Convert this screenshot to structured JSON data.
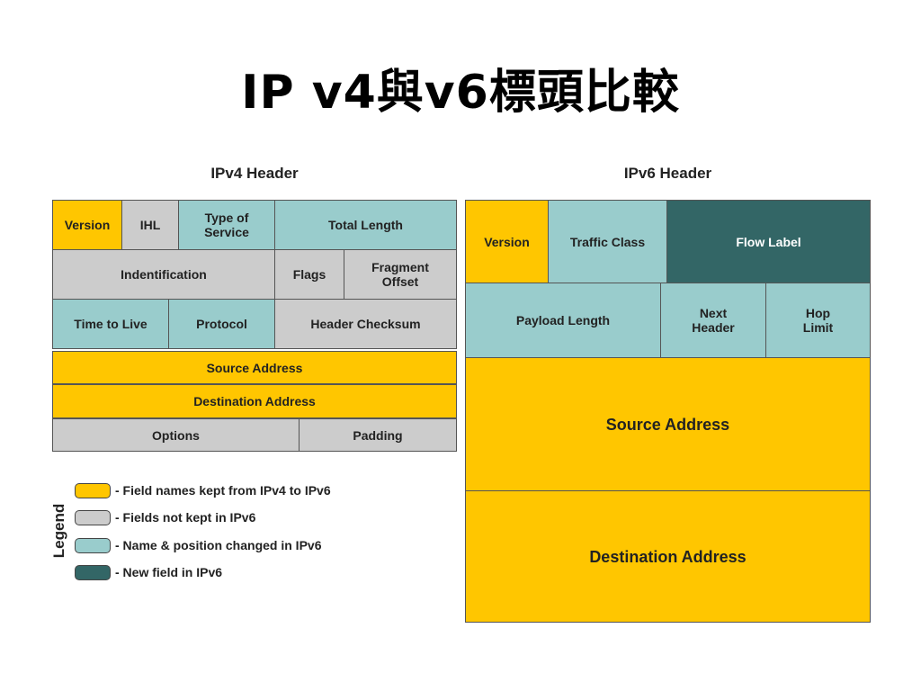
{
  "title": "IP v4與v6標頭比較",
  "ipv4": {
    "title": "IPv4 Header",
    "fields": {
      "version": "Version",
      "ihl": "IHL",
      "type_of_service": "Type of\nService",
      "total_length": "Total Length",
      "identification": "Indentification",
      "flags": "Flags",
      "fragment_offset": "Fragment\nOffset",
      "time_to_live": "Time to Live",
      "protocol": "Protocol",
      "header_checksum": "Header Checksum",
      "source_address": "Source Address",
      "destination_address": "Destination Address",
      "options": "Options",
      "padding": "Padding"
    }
  },
  "ipv6": {
    "title": "IPv6 Header",
    "fields": {
      "version": "Version",
      "traffic_class": "Traffic Class",
      "flow_label": "Flow Label",
      "payload_length": "Payload Length",
      "next_header": "Next\nHeader",
      "hop_limit": "Hop\nLimit",
      "source_address": "Source Address",
      "destination_address": "Destination Address"
    }
  },
  "legend": {
    "title": "Legend",
    "items": [
      {
        "label": "- Field names kept from IPv4 to IPv6",
        "color": "#ffc600"
      },
      {
        "label": "- Fields not kept in IPv6",
        "color": "#cccccc"
      },
      {
        "label": "- Name & position changed in IPv6",
        "color": "#99cccc"
      },
      {
        "label": "- New field in IPv6",
        "color": "#336666"
      }
    ]
  },
  "colors": {
    "kept": "#ffc600",
    "not_kept": "#cccccc",
    "changed": "#99cccc",
    "new": "#336666"
  }
}
